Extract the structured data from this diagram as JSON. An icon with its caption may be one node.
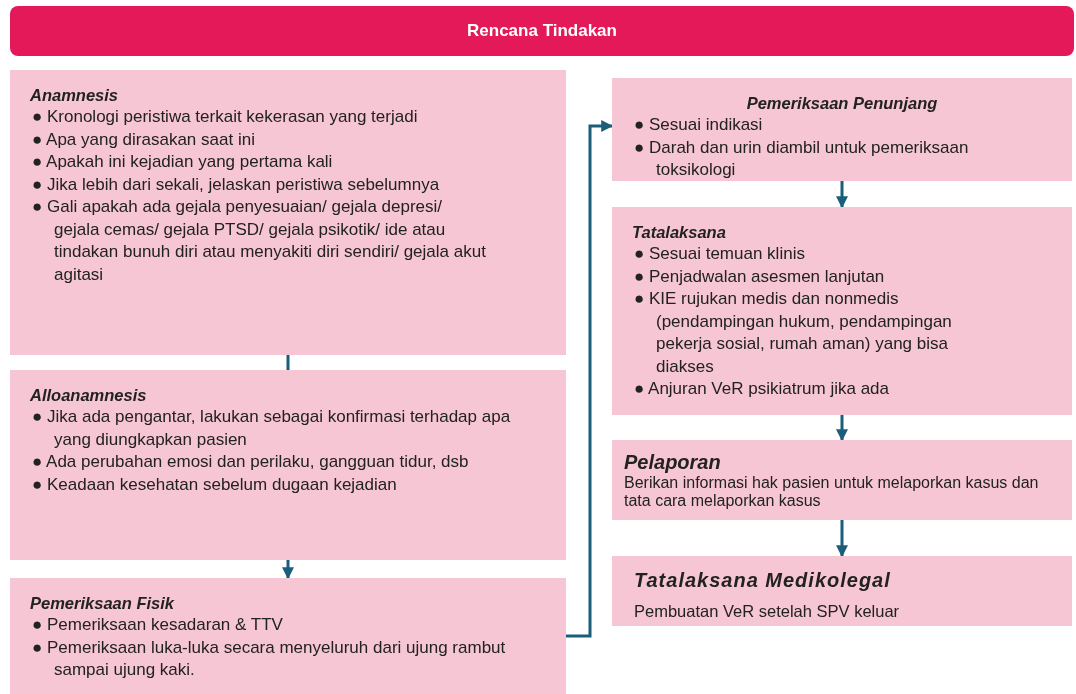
{
  "diagram": {
    "nodes": [
      {
        "text": [
          "Rencana Tindakan"
        ]
      },
      {
        "text": [
          "Anamnesis",
          "● Kronologi peristiwa terkait kekerasan yang terjadi",
          "● Apa yang dirasakan saat ini",
          "● Apakah ini kejadian yang pertama kali",
          "● Jika lebih dari sekali, jelaskan peristiwa sebelumnya",
          "● Gali apakah ada gejala penyesuaian/ gejala depresi/ gejala cemas/ gejala PTSD/ gejala psikotik/ ide atau tindakan bunuh diri atau menyakiti diri sendiri/ gejala akut agitasi"
        ]
      },
      {
        "text": [
          "Alloanamnesis",
          "● Jika ada pengantar, lakukan sebagai konfirmasi terhadap apa yang diungkapkan pasien",
          "● Ada perubahan emosi dan perilaku, gangguan tidur, dsb",
          "● Keadaan kesehatan sebelum dugaan kejadian"
        ]
      },
      {
        "text": [
          "Pemeriksaan Fisik",
          "● Pemeriksaan kesadaran & TTV",
          "● Pemeriksaan luka-luka secara menyeluruh dari ujung rambut sampai ujung kaki."
        ]
      },
      {
        "text": [
          "Pemeriksaan Penunjang",
          "● Sesuai indikasi",
          "● Darah dan urin diambil untuk pemeriksaan toksikologi"
        ]
      },
      {
        "text": [
          "Tatalaksana",
          "● Sesuai temuan klinis",
          "● Penjadwalan asesmen lanjutan",
          "● KIE rujukan medis dan nonmedis (pendampingan hukum, pendampingan pekerja sosial, rumah aman) yang bisa diakses",
          "● Anjuran VeR psikiatrum jika ada"
        ]
      },
      {
        "text": [
          "Pelaporan",
          "Berikan informasi hak pasien untuk melaporkan kasus dan tata cara melaporkan kasus"
        ]
      },
      {
        "text": [
          "Tatalaksana Medikolegal",
          "Pembuatan VeR setelah SPV keluar"
        ]
      }
    ],
    "edges": [
      {
        "from": 1,
        "to": 2,
        "arrow": "none"
      },
      {
        "from": 2,
        "to": 3,
        "arrow": "to"
      },
      {
        "from": 3,
        "to": 4,
        "arrow": "to"
      },
      {
        "from": 4,
        "to": 5,
        "arrow": "to"
      },
      {
        "from": 5,
        "to": 6,
        "arrow": "to"
      },
      {
        "from": 6,
        "to": 7,
        "arrow": "to"
      }
    ]
  }
}
